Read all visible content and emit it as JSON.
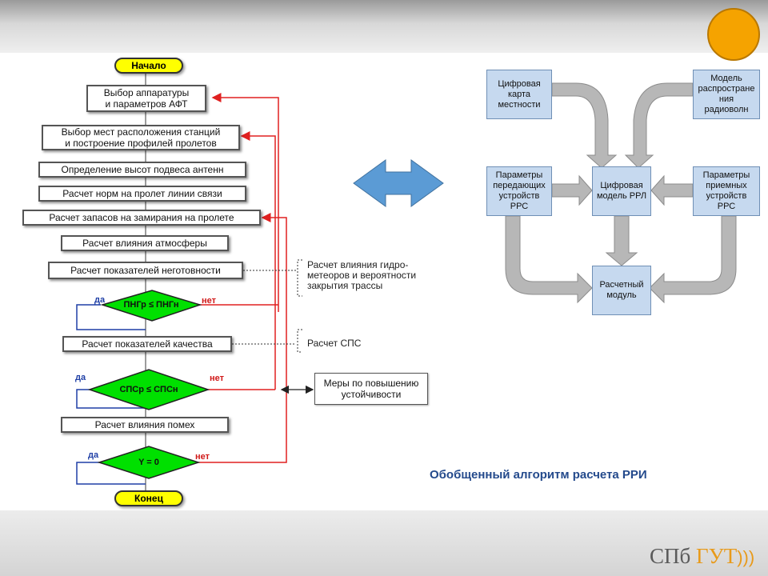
{
  "flowchart": {
    "start": "Начало",
    "end": "Конец",
    "steps": [
      "Выбор аппаратуры\nи параметров АФТ",
      "Выбор мест расположения станций\nи построение профилей пролетов",
      "Определение высот подвеса антенн",
      "Расчет норм на пролет линии связи",
      "Расчет запасов на замирания на пролете",
      "Расчет влияния атмосферы",
      "Расчет показателей неготовности",
      "Расчет показателей качества",
      "Расчет влияния помех"
    ],
    "decisions": [
      "ПНГр ≤ ПНГн",
      "СПСр ≤ СПСн",
      "Y = 0"
    ],
    "yes_label": "да",
    "no_label": "нет",
    "notes": [
      "Расчет влияния гидро-\nметеоров и вероятности\nзакрытия трассы",
      "Расчет СПС"
    ],
    "measures": "Меры по повышению\nустойчивости"
  },
  "block_diagram": {
    "map": "Цифровая\nкарта\nместности",
    "propagation": "Модель\nраспростране\nния\nрадиоволн",
    "transmitters": "Параметры\nпередающих\nустройств\nРРС",
    "model": "Цифровая\nмодель РРЛ",
    "receivers": "Параметры\nприемных\nустройств\nРРС",
    "calc": "Расчетный\nмодуль"
  },
  "caption": "Обобщенный алгоритм расчета РРИ",
  "logo": {
    "text": "СПб",
    "accent": "ГУТ",
    "waves": ")))"
  },
  "colors": {
    "terminal": "#ffff00",
    "decision": "#00e000",
    "feedback": "#e02020",
    "block": "#c6d9ef",
    "block_arrow": "#b7b7b7",
    "double_arrow": "#5b9bd5",
    "caption": "#244a8c",
    "sun": "#f5a300"
  }
}
